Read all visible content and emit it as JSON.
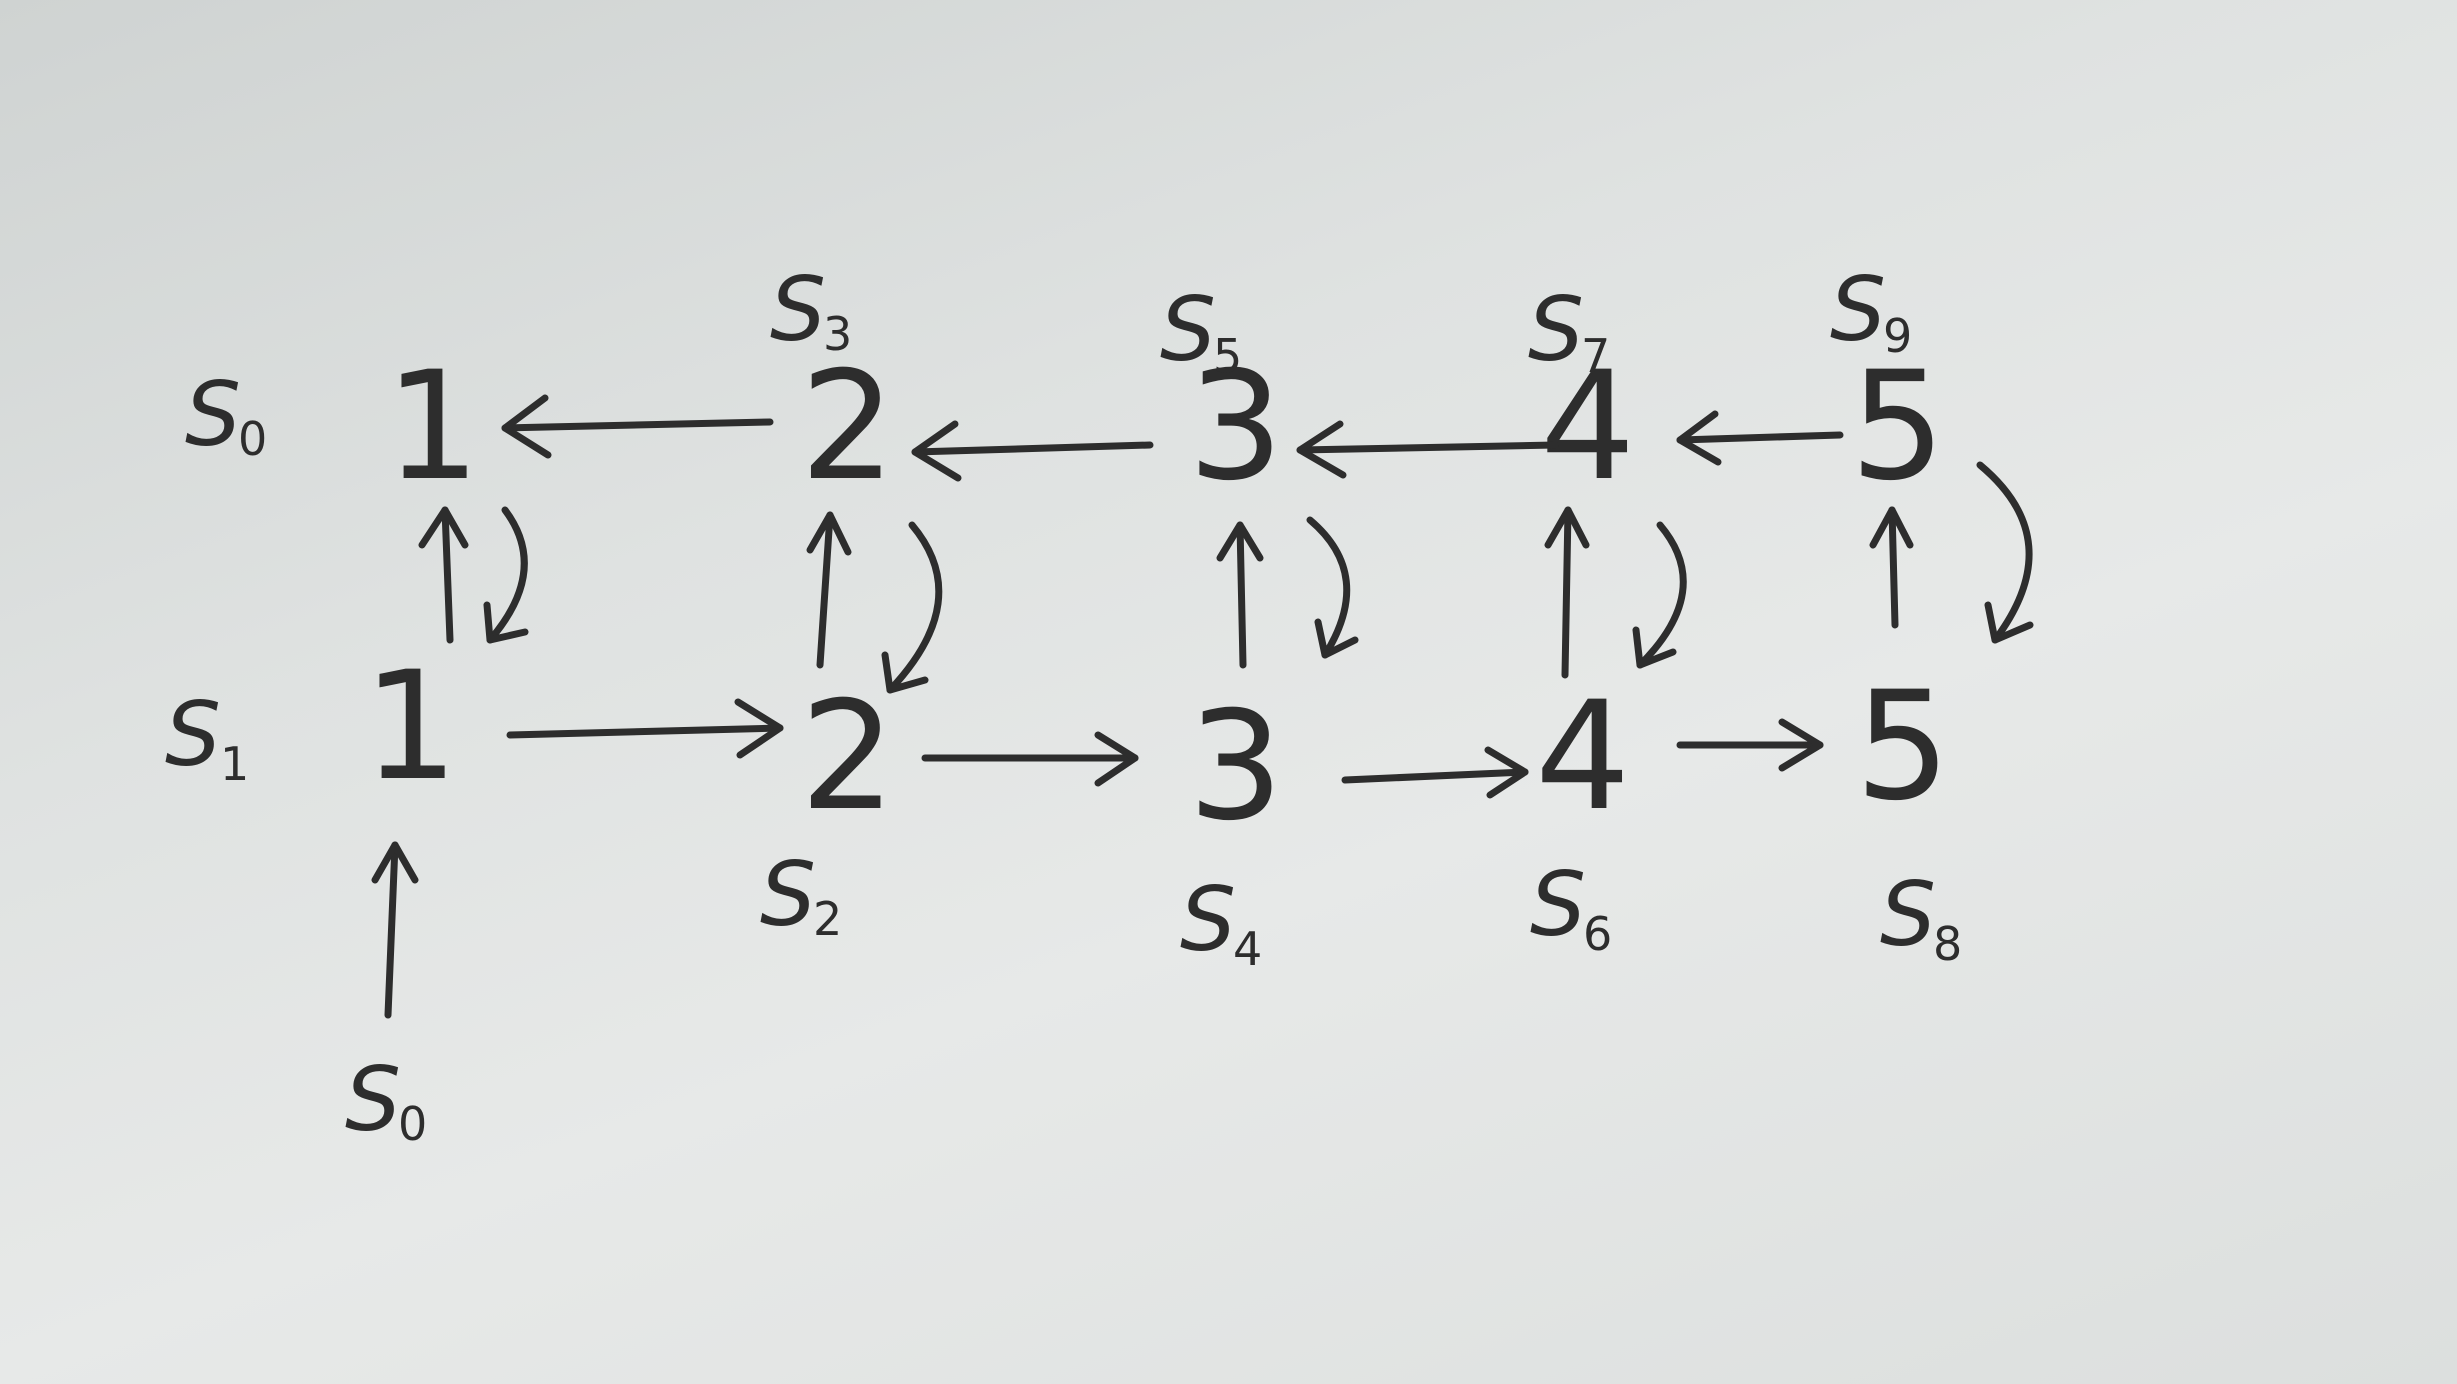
{
  "diagram": {
    "top_row": [
      {
        "value": "1",
        "state": "S",
        "sub": "0"
      },
      {
        "value": "2",
        "state": "S",
        "sub": "3"
      },
      {
        "value": "3",
        "state": "S",
        "sub": "5"
      },
      {
        "value": "4",
        "state": "S",
        "sub": "7"
      },
      {
        "value": "5",
        "state": "S",
        "sub": "9"
      }
    ],
    "bottom_row": [
      {
        "value": "1",
        "state": "S",
        "sub": "1"
      },
      {
        "value": "2",
        "state": "S",
        "sub": "2"
      },
      {
        "value": "3",
        "state": "S",
        "sub": "4"
      },
      {
        "value": "4",
        "state": "S",
        "sub": "6"
      },
      {
        "value": "5",
        "state": "S",
        "sub": "8"
      }
    ],
    "start": {
      "state": "S",
      "sub": "0"
    }
  }
}
